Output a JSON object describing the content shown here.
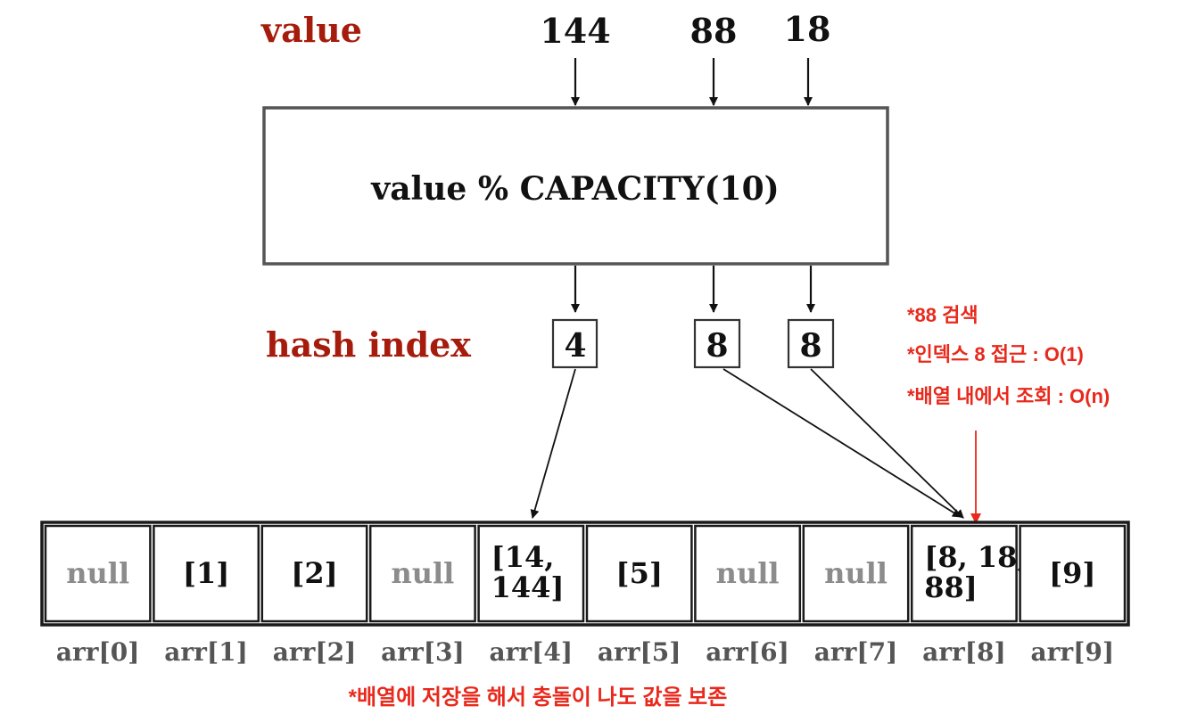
{
  "labels": {
    "value": "value",
    "hash_index": "hash index",
    "formula": "value % CAPACITY(10)"
  },
  "inputs": [
    "144",
    "88",
    "18"
  ],
  "hash_indices": [
    "4",
    "8",
    "8"
  ],
  "notes": {
    "search_title": "*88 검색",
    "index_access": "*인덱스 8 접근 : O(1)",
    "array_lookup": "*배열 내에서 조회 : O(n)",
    "collision": "*배열에 저장을 해서 충돌이 나도 값을 보존"
  },
  "cells": [
    {
      "lines": [
        "null"
      ],
      "is_null": true
    },
    {
      "lines": [
        "[1]"
      ],
      "is_null": false
    },
    {
      "lines": [
        "[2]"
      ],
      "is_null": false
    },
    {
      "lines": [
        "null"
      ],
      "is_null": true
    },
    {
      "lines": [
        "[14,",
        "144]"
      ],
      "is_null": false
    },
    {
      "lines": [
        "[5]"
      ],
      "is_null": false
    },
    {
      "lines": [
        "null"
      ],
      "is_null": true
    },
    {
      "lines": [
        "null"
      ],
      "is_null": true
    },
    {
      "lines": [
        "[8, 18,",
        "88]"
      ],
      "is_null": false
    },
    {
      "lines": [
        "[9]"
      ],
      "is_null": false
    }
  ],
  "cell_labels": [
    "arr[0]",
    "arr[1]",
    "arr[2]",
    "arr[3]",
    "arr[4]",
    "arr[5]",
    "arr[6]",
    "arr[7]",
    "arr[8]",
    "arr[9]"
  ],
  "colors": {
    "heading": "#a61c0c",
    "note": "#e8291c",
    "text": "#111111",
    "null_text": "#8c8c8c",
    "label_text": "#555555",
    "box_border": "#555555",
    "cell_border": "#1a1a1a"
  }
}
